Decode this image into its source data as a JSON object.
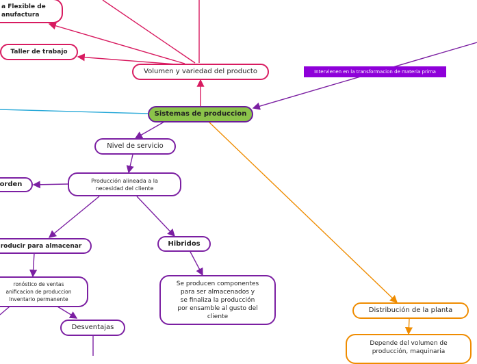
{
  "central": "Sistemas de produccion",
  "nodes": {
    "flexible": "a Flexible de\nanufactura",
    "taller": "Taller de trabajo",
    "volumen": "Volumen y variedad del producto",
    "intervienen": "Intervienen en la transformacion de materia prima",
    "nivel": "Nivel de servicio",
    "alineada": "Producción alineada a la\nnecesidad del cliente",
    "orden": "orden",
    "almacenar": "roducir para almacenar",
    "hibridos": "Hibridos",
    "pronostico": "ronóstico de ventas\nanificacion de produccion\nInventario permanente",
    "componentes": "Se producen componentes\npara ser almacenados y\nse finaliza la producción\npor ensamble al gusto del\ncliente",
    "desventajas": "Desventajas",
    "distribucion": "Distribución de la planta",
    "depende": "Depende del volumen de\nproducción, maquinaria"
  },
  "colors": {
    "pink": "#d81b60",
    "purple": "#7b1fa2",
    "orange": "#ef8c00",
    "cyan": "#29a9d8",
    "central_fill": "#8bc34a",
    "tag_fill": "#8e00d9"
  }
}
